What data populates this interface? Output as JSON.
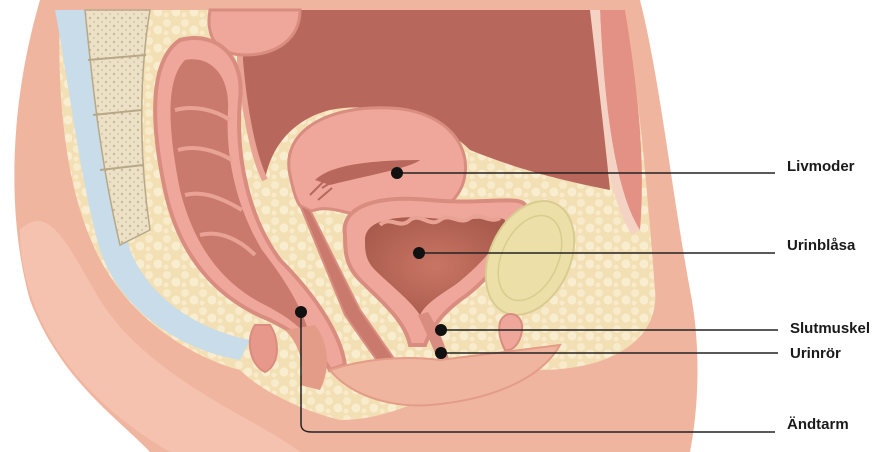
{
  "labels": {
    "livmoder": "Livmoder",
    "urinblasa": "Urinblåsa",
    "slutmuskel": "Slutmuskel",
    "urinror": "Urinrör",
    "andtarm": "Ändtarm"
  },
  "colors": {
    "skin": "#f0b59f",
    "skin_dark": "#e39c88",
    "fat": "#f3dfb4",
    "organ_wall": "#eea79a",
    "organ_inner": "#d98d80",
    "cavity": "#b8675c",
    "spine_blue": "#c8dce9",
    "bone": "#efe4c8",
    "pubic": "#ece0a8",
    "leader_line": "#222222",
    "text": "#1a1a1a"
  }
}
